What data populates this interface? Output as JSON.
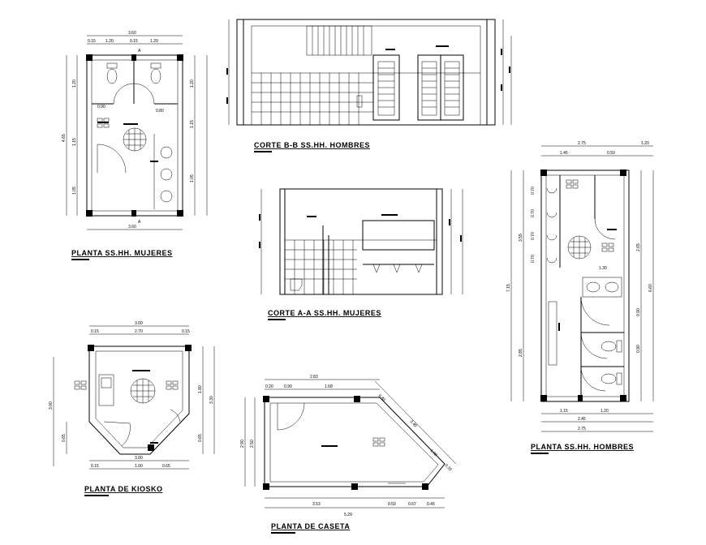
{
  "titles": {
    "planta_mujeres": "PLANTA SS.HH. MUJERES",
    "corte_bb": "CORTE B-B SS.HH. HOMBRES",
    "corte_aa": "CORTE A-A SS.HH. MUJERES",
    "planta_hombres": "PLANTA SS.HH. HOMBRES",
    "planta_kiosko": "PLANTA DE KIOSKO",
    "planta_caseta": "PLANTA DE CASETA"
  },
  "dims": {
    "mujeres": {
      "top_total": "3.60",
      "top_a": "0.15",
      "top_b": "1.20",
      "top_c": "0.15",
      "top_d": "1.20",
      "bottom": "3.60",
      "left_total": "4.65",
      "left_a": "1.20",
      "left_b": "1.15",
      "left_c": "1.05",
      "right_a": "1.20",
      "right_b": "1.15",
      "right_c": "1.05",
      "inner_a": "0.90",
      "inner_b": "0.80"
    },
    "hombres": {
      "top_total": "2.75",
      "top_a": "1.20",
      "top_b": "1.45",
      "top_c": "0.50",
      "bottom_a": "1.15",
      "bottom_b": "1.20",
      "bottom_c": "2.45",
      "bottom_total": "2.75",
      "left_total": "7.15",
      "left_a": "3.55",
      "left_b": "2.85",
      "left_c": "0.70",
      "left_d": "0.70",
      "left_e": "0.70",
      "left_f": "0.70",
      "right_total": "6.60",
      "right_a": "2.65",
      "right_b": "0.90",
      "right_c": "0.90",
      "inner": "1.30"
    },
    "kiosko": {
      "top_total": "3.00",
      "top_a": "0.15",
      "top_b": "2.70",
      "top_c": "0.15",
      "bottom_total": "3.00",
      "bottom_a": "0.15",
      "bottom_b": "1.00",
      "bottom_c": "0.65",
      "left_total": "3.00",
      "left_a": "0.65",
      "right_total": "3.30",
      "right_a": "1.80",
      "right_b": "0.65"
    },
    "caseta": {
      "top_total": "2.83",
      "top_a": "0.20",
      "top_b": "0.90",
      "top_c": "1.68",
      "bottom_total": "5.29",
      "bottom_a": "3.53",
      "bottom_b": "0.50",
      "bottom_c": "0.67",
      "bottom_d": "0.45",
      "left_total": "2.50",
      "left_a": "2.90",
      "diag_a": "0.80",
      "diag_b": "3.40",
      "diag_c": "1.00",
      "diag_d": "0.20"
    }
  }
}
